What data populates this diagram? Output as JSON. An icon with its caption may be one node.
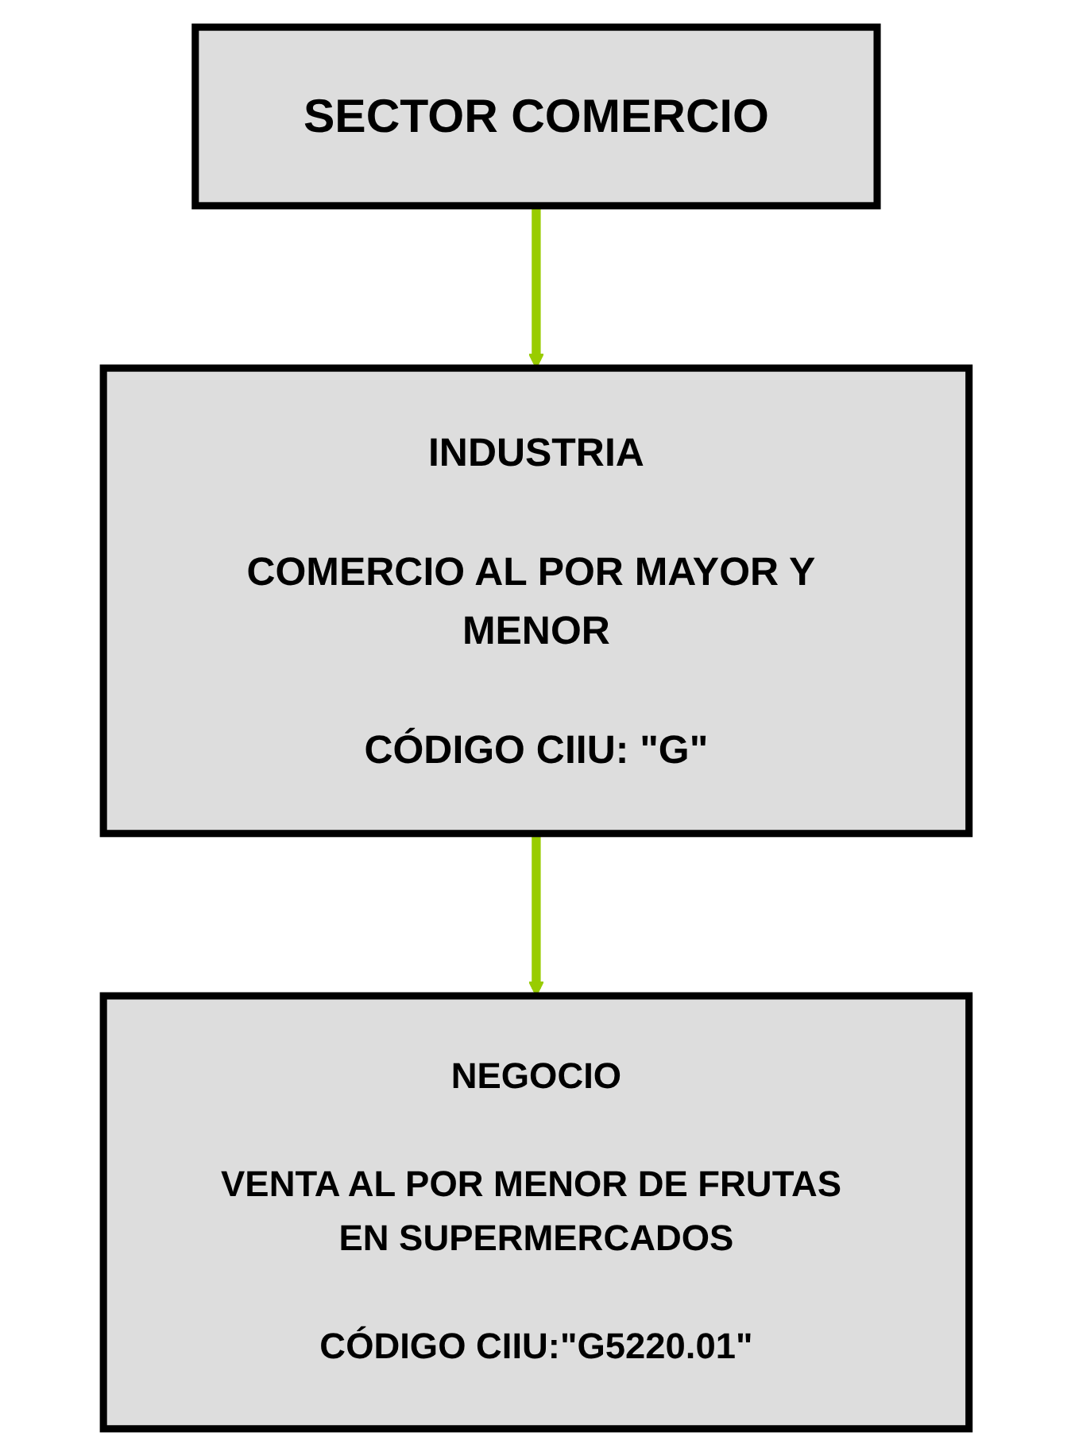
{
  "diagram": {
    "nodes": [
      {
        "text": [
          "SECTOR COMERCIO"
        ]
      },
      {
        "text": [
          "INDUSTRIA",
          "COMERCIO AL POR MAYOR Y MENOR",
          "CÓDIGO CIIU: \"G\""
        ]
      },
      {
        "text": [
          "NEGOCIO",
          "VENTA AL POR MENOR DE FRUTAS EN SUPERMERCADOS",
          "CÓDIGO CIIU:\"G5220.01\""
        ]
      }
    ],
    "edges": [
      {
        "from": 0,
        "to": 1,
        "arrow": "to"
      },
      {
        "from": 1,
        "to": 2,
        "arrow": "to"
      }
    ]
  }
}
